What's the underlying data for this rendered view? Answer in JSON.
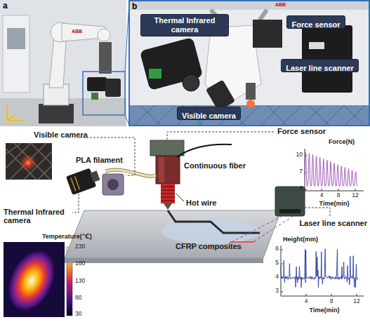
{
  "diagram": {
    "nodes": [
      {
        "text": [
          "Thermal Infrared camera"
        ]
      },
      {
        "text": [
          "Force sensor"
        ]
      },
      {
        "text": [
          "Laser line scanner"
        ]
      },
      {
        "text": [
          "Visible camera"
        ]
      }
    ],
    "labels": [
      "a",
      "b",
      "ABB",
      "ABB",
      "Visible camera",
      "Force sensor",
      "Force(N)",
      "10",
      "7",
      "4",
      "4",
      "8",
      "12",
      "Time(min)",
      "Continuous fiber",
      "PLA filament",
      "Hot wire",
      "Thermal Infrared camera",
      "Temperature(℃)",
      "230",
      "180",
      "130",
      "80",
      "30",
      "Laser line scanner",
      "CFRP composites",
      "Height(mm)",
      "6",
      "5",
      "4",
      "3",
      "4",
      "8",
      "12",
      "Time(min)"
    ]
  }
}
